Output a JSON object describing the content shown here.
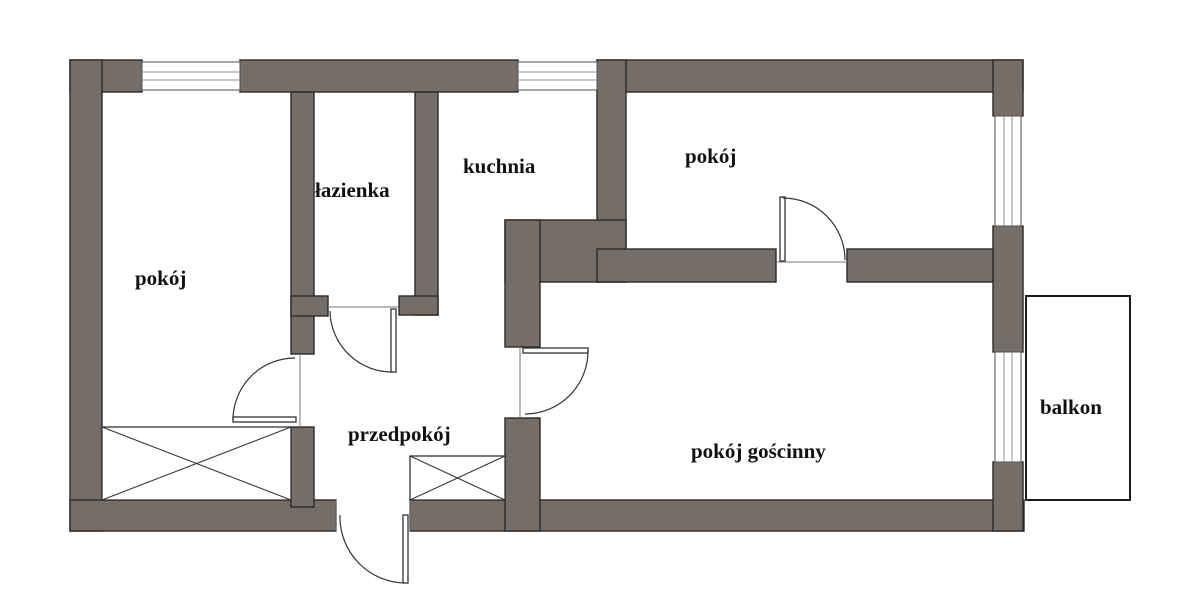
{
  "floor_plan": {
    "rooms": {
      "left_room": "pokój",
      "bathroom": "łazienka",
      "kitchen": "kuchnia",
      "upper_right_room": "pokój",
      "hallway": "przedpokój",
      "living_room": "pokój gościnny",
      "balcony": "balkon"
    },
    "colors": {
      "wall_fill": "#756e68",
      "wall_outline": "#2c2a28",
      "background": "#ffffff"
    }
  }
}
